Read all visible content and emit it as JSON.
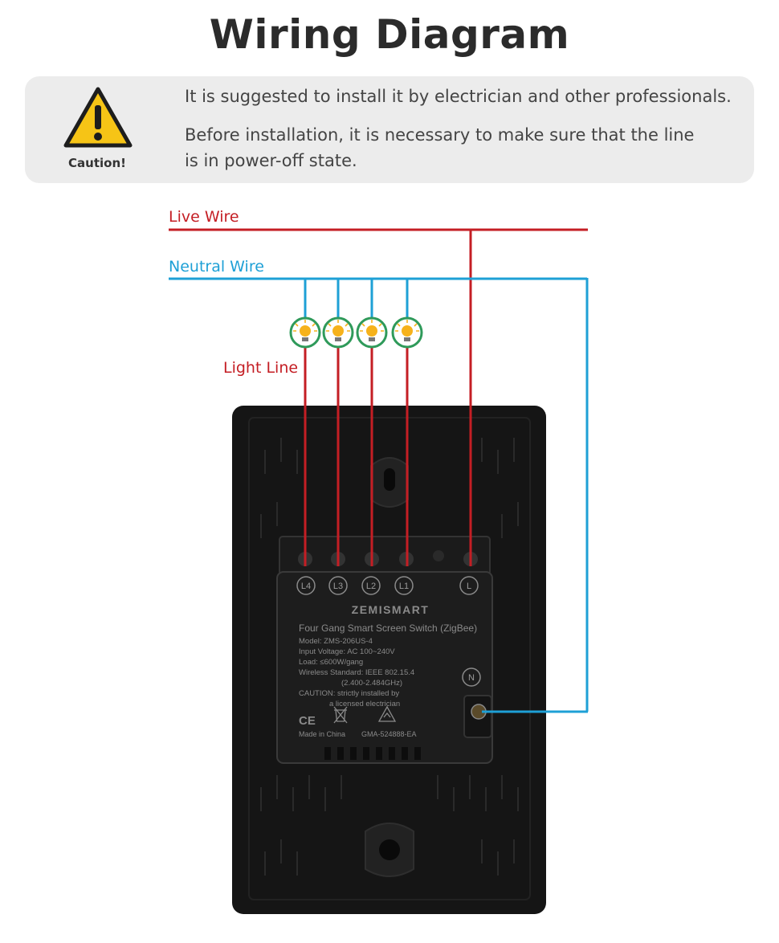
{
  "header": {
    "title": "Wiring Diagram"
  },
  "caution": {
    "label": "Caution!",
    "line1": "It is suggested to install it by electrician and other professionals.",
    "line2": "Before installation, it is necessary to make sure that the line is in power-off state."
  },
  "wires": {
    "live": "Live Wire",
    "neutral": "Neutral Wire",
    "light": "Light Line",
    "live_color": "#c41e24",
    "neutral_color": "#1ea0d6"
  },
  "terminals": [
    "L4",
    "L3",
    "L2",
    "L1",
    "L"
  ],
  "neutral_terminal": "N",
  "device": {
    "brand": "ZEMISMART",
    "product": "Four Gang Smart Screen Switch (ZigBee)",
    "model": "Model: ZMS-206US-4",
    "input": "Input Voltage: AC 100~240V",
    "load": "Load: ≤600W/gang",
    "wireless": "Wireless Standard: IEEE 802.15.4",
    "band": "(2.400-2.484GHz)",
    "caution1": "CAUTION: strictly installed by",
    "caution2": "a licensed electrician",
    "ce": "CE",
    "made": "Made in China",
    "cert": "GMA-524888-EA"
  },
  "colors": {
    "bulb_ring": "#2f9a5a",
    "bulb_fill": "#f6b21b",
    "warn_yellow": "#f6c416",
    "panel": "#151515"
  }
}
